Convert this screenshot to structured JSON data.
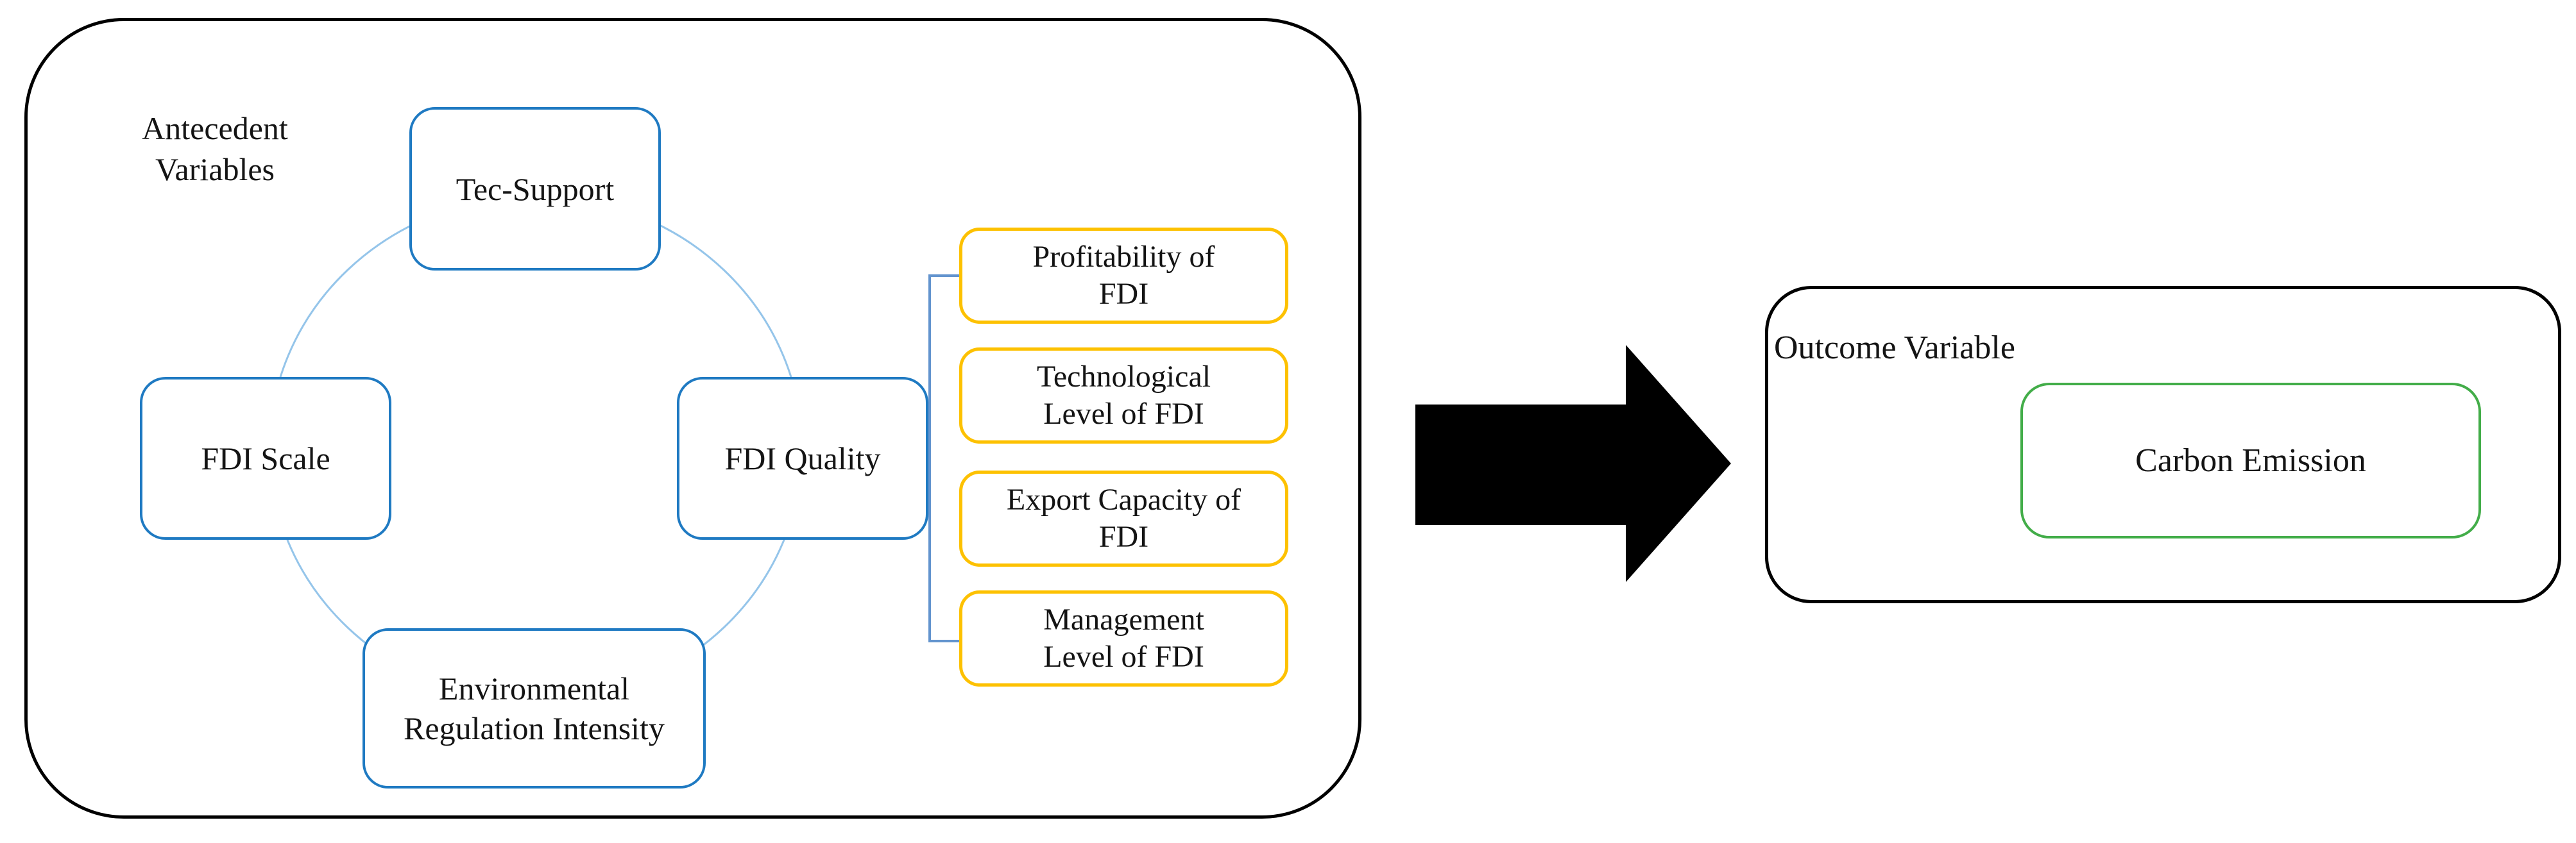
{
  "figure": {
    "description_note": "",
    "panels": {
      "antecedent": {
        "title_line1": "Antecedent",
        "title_line2": "Variables",
        "nodes": {
          "tec_support": {
            "label": "Tec-Support"
          },
          "fdi_scale": {
            "label": "FDI Scale"
          },
          "fdi_quality": {
            "label": "FDI Quality"
          },
          "environmental_regulation": {
            "line1": "Environmental",
            "line2": "Regulation Intensity"
          }
        },
        "fdi_quality_dimensions": [
          {
            "line1": "Profitability of",
            "line2": "FDI"
          },
          {
            "line1": "Technological",
            "line2": "Level of FDI"
          },
          {
            "line1": "Export Capacity of",
            "line2": "FDI"
          },
          {
            "line1": "Management",
            "line2": "Level of FDI"
          }
        ]
      },
      "outcome": {
        "title": "Outcome Variable",
        "node": {
          "label": "Carbon Emission"
        }
      }
    },
    "colors": {
      "node_border_blue": "#1f7ac2",
      "cycle_circle_light_blue": "#95c5ea",
      "bracket_blue": "#6394ce",
      "dimension_border_gold": "#fdc101",
      "outcome_border_green": "#43ad49",
      "container_border_black": "#000000",
      "arrow_black": "#000000",
      "text": "#141414"
    }
  }
}
